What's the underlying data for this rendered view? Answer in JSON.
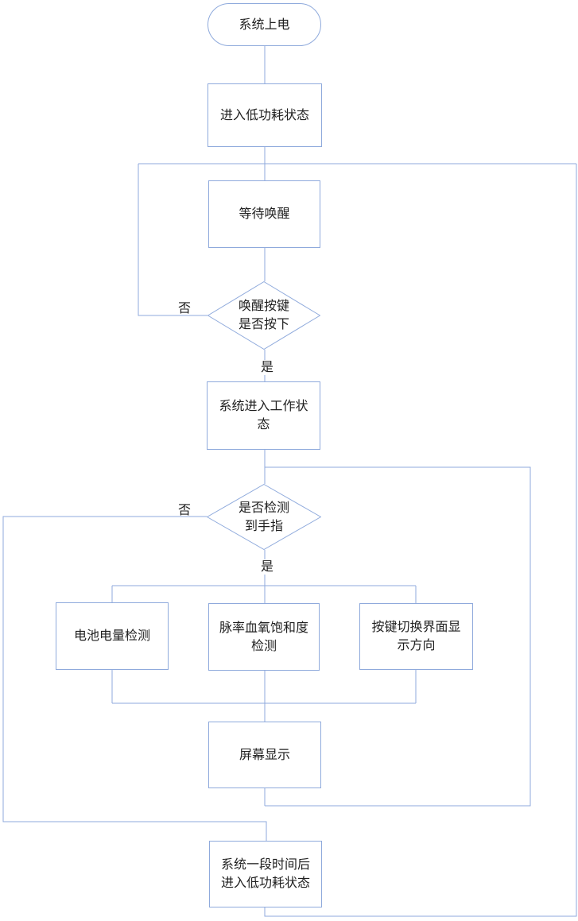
{
  "diagram": {
    "colors": {
      "line": "#8faadc",
      "text": "#1f1f1f"
    },
    "nodes": {
      "power_on": "系统上电",
      "enter_low_power": "进入低功耗状态",
      "wait_wake": "等待唤醒",
      "wake_key_decision": "唤醒按键\n是否按下",
      "enter_work": "系统进入工作状\n态",
      "finger_decision": "是否检测\n到手指",
      "battery_check": "电池电量检测",
      "pulse_spo2_check": "脉率血氧饱和度\n检测",
      "key_switch_display": "按键切换界面显\n示方向",
      "screen_display": "屏幕显示",
      "timeout_low_power": "系统一段时间后\n进入低功耗状态"
    },
    "edge_labels": {
      "wake_no": "否",
      "wake_yes": "是",
      "finger_no": "否",
      "finger_yes": "是"
    }
  }
}
